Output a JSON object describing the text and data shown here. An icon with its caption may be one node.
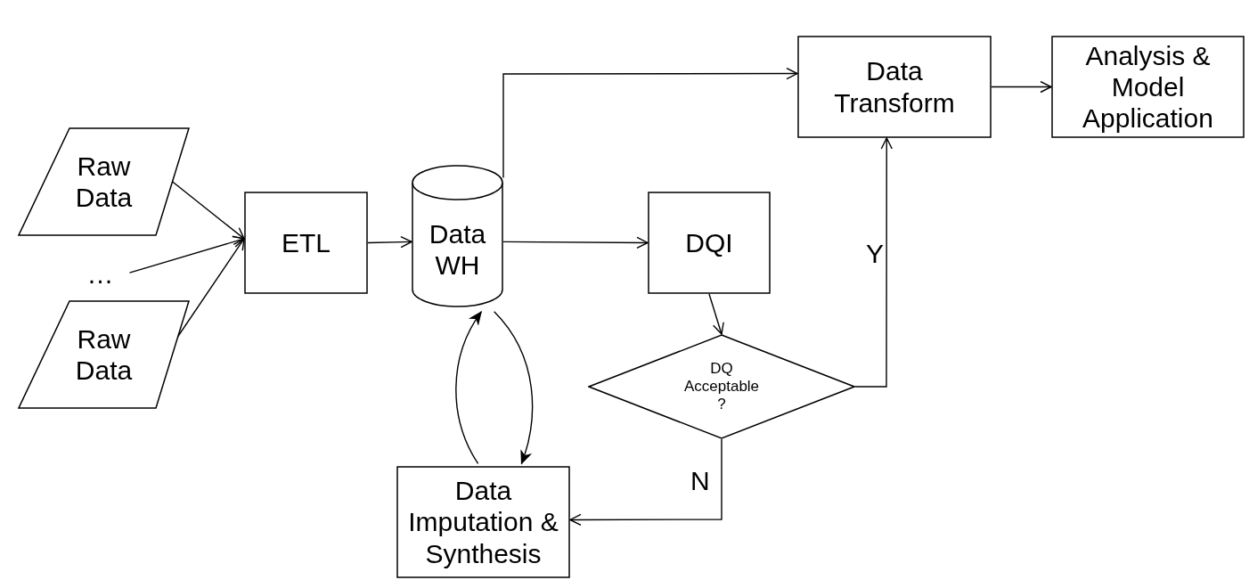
{
  "diagram": {
    "nodes": [
      {
        "text": [
          "Raw Data"
        ]
      },
      {
        "text": [
          "…"
        ]
      },
      {
        "text": [
          "Raw Data"
        ]
      },
      {
        "text": [
          "ETL"
        ]
      },
      {
        "text": [
          "Data WH"
        ]
      },
      {
        "text": [
          "DQI"
        ]
      },
      {
        "text": [
          "DQ Acceptable ?"
        ]
      },
      {
        "text": [
          "Data Transform"
        ]
      },
      {
        "text": [
          "Analysis & Model Application"
        ]
      },
      {
        "text": [
          "Data Imputation & Synthesis"
        ]
      }
    ],
    "edges": [
      {
        "from": 0,
        "to": 3,
        "arrow": "to"
      },
      {
        "from": 1,
        "to": 3,
        "arrow": "to"
      },
      {
        "from": 2,
        "to": 3,
        "arrow": "to"
      },
      {
        "from": 3,
        "to": 4,
        "arrow": "to"
      },
      {
        "from": 4,
        "to": 5,
        "arrow": "to"
      },
      {
        "from": 4,
        "to": 7,
        "arrow": "to"
      },
      {
        "from": 5,
        "to": 6,
        "arrow": "to"
      },
      {
        "from": 6,
        "to": 7,
        "arrow": "to",
        "label": "Y"
      },
      {
        "from": 6,
        "to": 9,
        "arrow": "to",
        "label": "N"
      },
      {
        "from": 7,
        "to": 8,
        "arrow": "to"
      },
      {
        "from": 4,
        "to": 9,
        "arrow": "to"
      },
      {
        "from": 9,
        "to": 4,
        "arrow": "to"
      }
    ]
  }
}
